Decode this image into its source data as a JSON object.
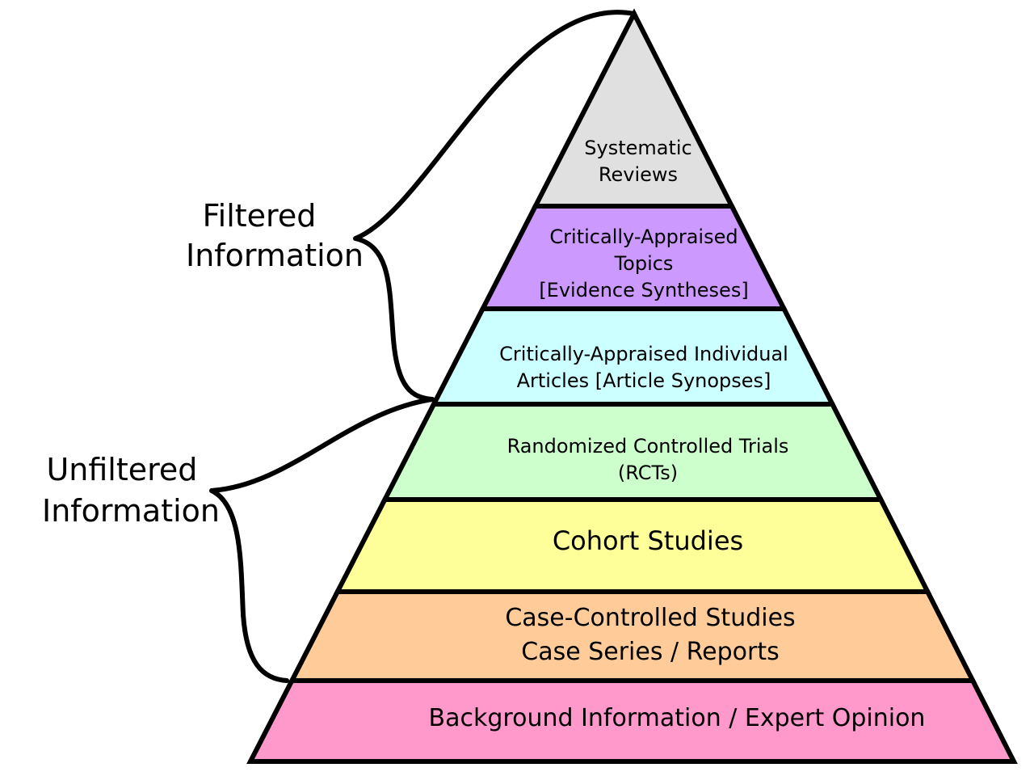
{
  "tiers": [
    {
      "id": "systematic-reviews",
      "lines": [
        "Systematic",
        "Reviews"
      ],
      "color": "#e0e0e0"
    },
    {
      "id": "critically-appraised-topics",
      "lines": [
        "Critically-Appraised",
        "Topics",
        "[Evidence Syntheses]"
      ],
      "color": "#cc99ff"
    },
    {
      "id": "critically-appraised-articles",
      "lines": [
        "Critically-Appraised Individual",
        "Articles [Article Synopses]"
      ],
      "color": "#ccffff"
    },
    {
      "id": "randomized-controlled-trials",
      "lines": [
        "Randomized Controlled Trials",
        "(RCTs)"
      ],
      "color": "#ccffcc"
    },
    {
      "id": "cohort-studies",
      "lines": [
        "Cohort Studies"
      ],
      "color": "#ffff99"
    },
    {
      "id": "case-controlled-studies",
      "lines": [
        "Case-Controlled Studies",
        "Case Series / Reports"
      ],
      "color": "#ffcc99"
    },
    {
      "id": "background-information",
      "lines": [
        "Background Information / Expert Opinion"
      ],
      "color": "#ff99cc"
    }
  ],
  "groups": [
    {
      "id": "filtered",
      "lines": [
        "Filtered",
        "Information"
      ]
    },
    {
      "id": "unfiltered",
      "lines": [
        "Unfiltered",
        "Information"
      ]
    }
  ]
}
